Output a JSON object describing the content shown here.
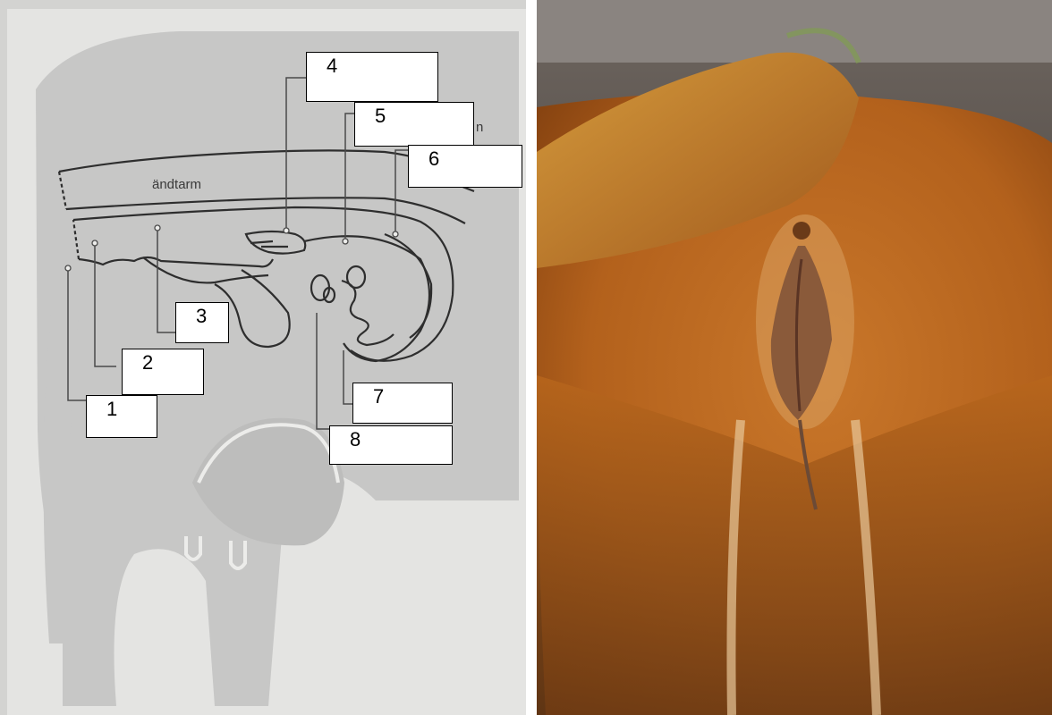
{
  "diagram": {
    "organ_label": "ändtarm",
    "partial_letter": "n",
    "callouts": [
      {
        "id": 1,
        "label": "1"
      },
      {
        "id": 2,
        "label": "2"
      },
      {
        "id": 3,
        "label": "3"
      },
      {
        "id": 4,
        "label": "4"
      },
      {
        "id": 5,
        "label": "5"
      },
      {
        "id": 6,
        "label": "6"
      },
      {
        "id": 7,
        "label": "7"
      },
      {
        "id": 8,
        "label": "8"
      }
    ]
  },
  "photo": {
    "subject": "cow-hindquarters-photo",
    "colors": {
      "fur": "#b8661c",
      "fur_dark": "#7a3a10",
      "background": "#1a1614"
    }
  }
}
